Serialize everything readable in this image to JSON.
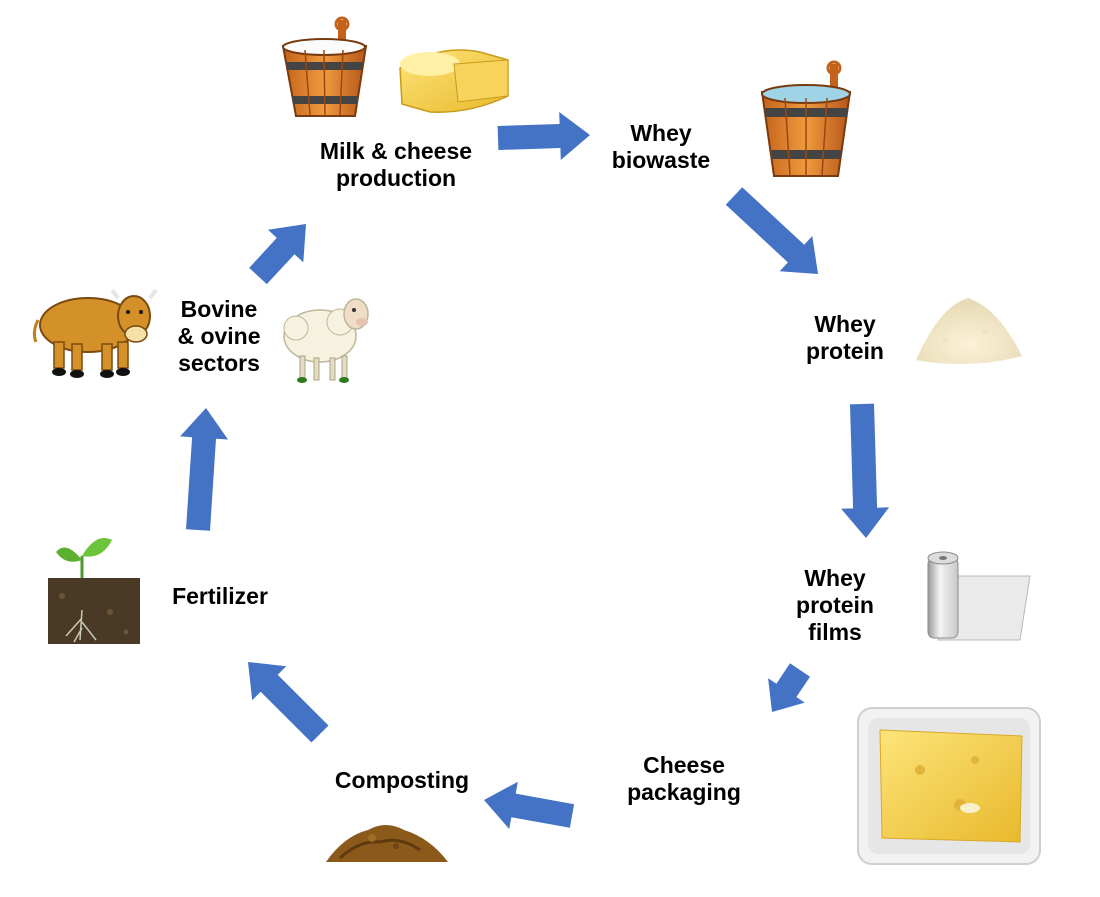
{
  "colors": {
    "arrow": "#4472C4",
    "text": "#000000",
    "background": "#ffffff"
  },
  "nodes": [
    {
      "id": "milk-cheese",
      "label": "Milk & cheese\nproduction",
      "icons": [
        "milk-bucket-icon",
        "cheese-wheel-icon"
      ]
    },
    {
      "id": "whey-biowaste",
      "label": "Whey\nbiowaste",
      "icons": [
        "whey-bucket-icon"
      ]
    },
    {
      "id": "whey-protein",
      "label": "Whey\nprotein",
      "icons": [
        "protein-powder-icon"
      ]
    },
    {
      "id": "whey-protein-films",
      "label": "Whey\nprotein\nfilms",
      "icons": [
        "film-roll-icon"
      ]
    },
    {
      "id": "cheese-packaging",
      "label": "Cheese\npackaging",
      "icons": [
        "packaged-cheese-icon"
      ]
    },
    {
      "id": "composting",
      "label": "Composting",
      "icons": [
        "compost-pile-icon"
      ]
    },
    {
      "id": "fertilizer",
      "label": "Fertilizer",
      "icons": [
        "sprout-soil-icon"
      ]
    },
    {
      "id": "bovine-ovine",
      "label": "Bovine\n& ovine\nsectors",
      "icons": [
        "cow-icon",
        "sheep-icon"
      ]
    }
  ],
  "cycle": [
    [
      "milk-cheese",
      "whey-biowaste"
    ],
    [
      "whey-biowaste",
      "whey-protein"
    ],
    [
      "whey-protein",
      "whey-protein-films"
    ],
    [
      "whey-protein-films",
      "cheese-packaging"
    ],
    [
      "cheese-packaging",
      "composting"
    ],
    [
      "composting",
      "fertilizer"
    ],
    [
      "fertilizer",
      "bovine-ovine"
    ],
    [
      "bovine-ovine",
      "milk-cheese"
    ]
  ]
}
